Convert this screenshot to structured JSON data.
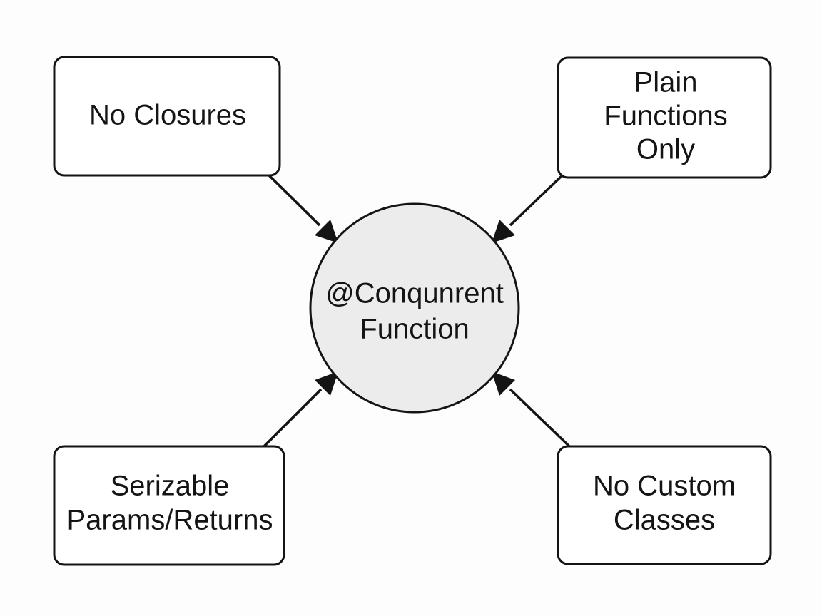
{
  "center": {
    "line1": "@Conqunrent",
    "line2": "Function"
  },
  "nodes": {
    "top_left": {
      "line1": "No Closures"
    },
    "top_right": {
      "line1": "Plain",
      "line2": "Functions",
      "line3": "Only"
    },
    "bottom_left": {
      "line1": "Serizable",
      "line2": "Params/Returns"
    },
    "bottom_right": {
      "line1": "No Custom",
      "line2": "Classes"
    }
  },
  "colors": {
    "stroke": "#141414",
    "circle_fill": "#ececec",
    "box_fill": "#ffffff",
    "background": "#fdfdfd"
  }
}
